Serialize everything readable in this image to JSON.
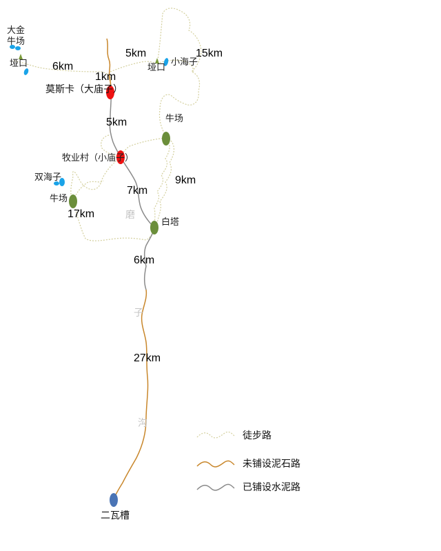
{
  "places": {
    "dajin_muchang": {
      "line1": "大金",
      "line2": "牛场"
    },
    "yakou_west": "垭口",
    "yakou_east": "垭口",
    "xiaohaizi": "小海子",
    "mosika": "莫斯卡（大庙子）",
    "niuchang_east": "牛场",
    "muyecun": "牧业村（小庙子）",
    "shuanghaizi": "双海子",
    "niuchang_west": "牛场",
    "baita": "白塔",
    "erwacao": "二瓦槽"
  },
  "distances": {
    "d_6km_top": "6km",
    "d_5km_top": "5km",
    "d_15km": "15km",
    "d_1km": "1km",
    "d_5km_mid": "5km",
    "d_9km": "9km",
    "d_7km": "7km",
    "d_17km": "17km",
    "d_6km_low": "6km",
    "d_27km": "27km"
  },
  "river": {
    "char1": "磨",
    "char2": "子",
    "char3": "沟"
  },
  "legend": {
    "trail": "徒步路",
    "dirt_road": "未铺设泥石路",
    "paved_road": "已铺设水泥路"
  },
  "colors": {
    "trail": "#d3cf9c",
    "dirt_road": "#c8862a",
    "paved_road": "#8a8a8a",
    "village_marker": "#ee1111",
    "pasture_marker": "#6b8e3a",
    "start_marker": "#4a74b5",
    "lake": "#1aa3e8",
    "pass_marker": "#7a9a3a"
  }
}
